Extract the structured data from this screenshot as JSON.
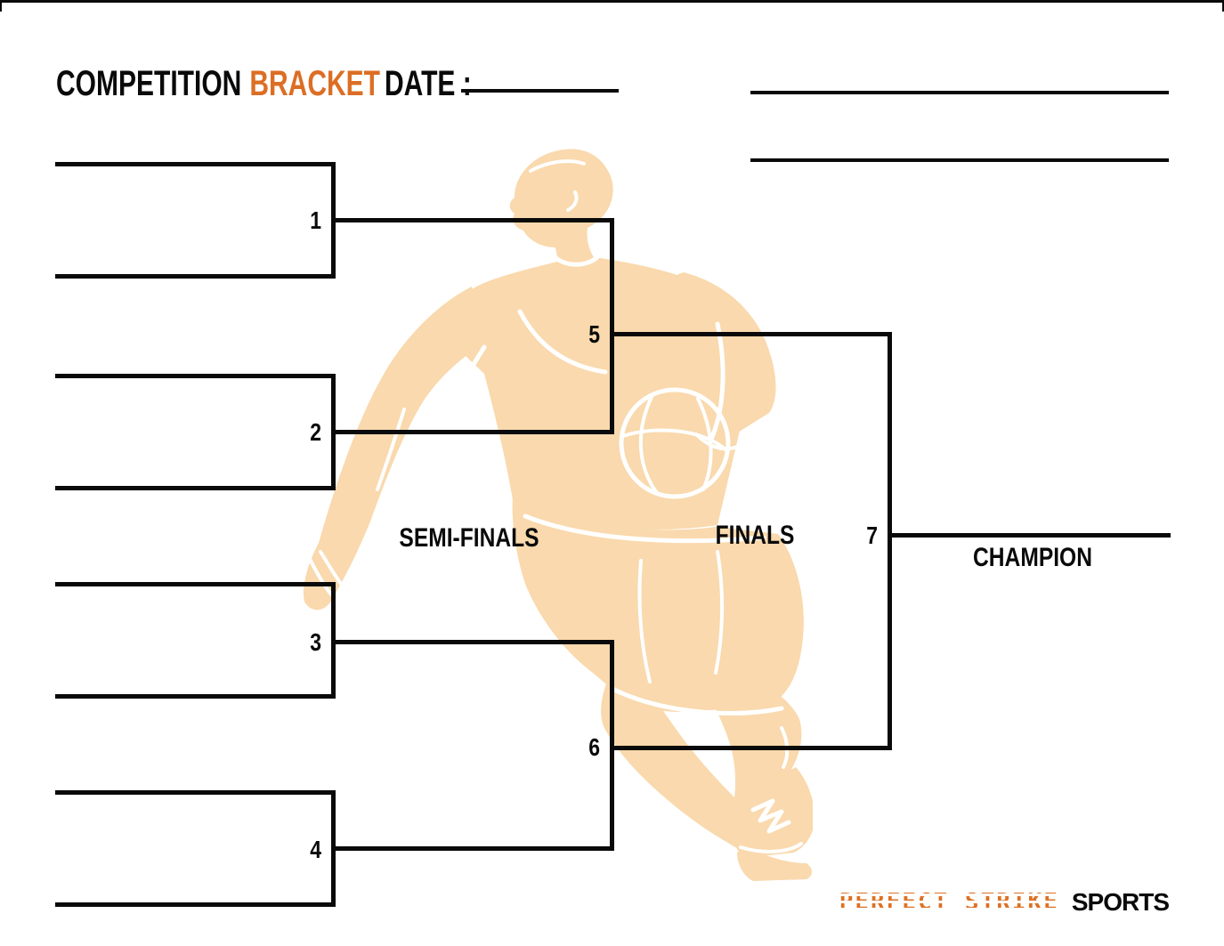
{
  "header": {
    "title_primary": "COMPETITION",
    "title_accent": "BRACKET",
    "date_label": "DATE :"
  },
  "bracket": {
    "match_numbers": [
      "1",
      "2",
      "3",
      "4",
      "5",
      "6",
      "7"
    ],
    "labels": {
      "semifinals": "SEMI-FINALS",
      "finals": "FINALS",
      "champion": "CHAMPION"
    }
  },
  "footer": {
    "brand_accent": "PERFECT STRIKE",
    "brand_primary": "SPORTS"
  },
  "icons": {
    "player_illustration": "basketball-player-silhouette",
    "ball": "basketball-icon"
  },
  "colors": {
    "accent_orange": "#DC6E24",
    "logo_orange": "#DD7124",
    "silhouette_peach": "#F9D9AD",
    "line_black": "#0A0A0A"
  }
}
